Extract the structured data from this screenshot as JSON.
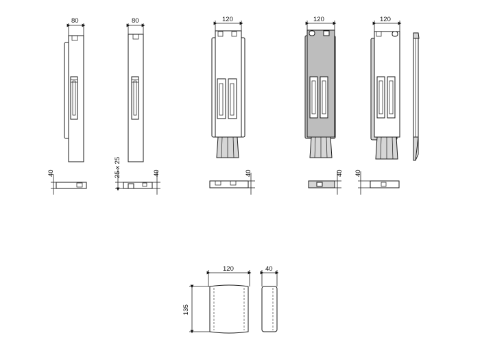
{
  "labels": {
    "a_width": "80",
    "b_width": "80",
    "c_width": "120",
    "d_width": "120",
    "e_width": "120",
    "a_thick": "40",
    "b_post": "25 x 25",
    "b_thick": "40",
    "c_thick": "40",
    "d_thick": "40",
    "e_thick": "40",
    "block_width": "120",
    "block_height": "135",
    "block_depth": "40"
  }
}
